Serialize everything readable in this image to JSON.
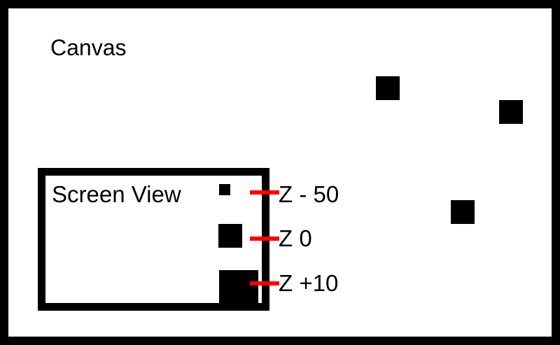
{
  "canvas": {
    "title": "Canvas"
  },
  "screen_view": {
    "title": "Screen View"
  },
  "depth_labels": {
    "far": "Z - 50",
    "mid": "Z 0",
    "near": "Z +10"
  },
  "colors": {
    "frame": "#000000",
    "background": "#ffffff",
    "objects": "#000000",
    "depth_marker": "#ff0000"
  }
}
